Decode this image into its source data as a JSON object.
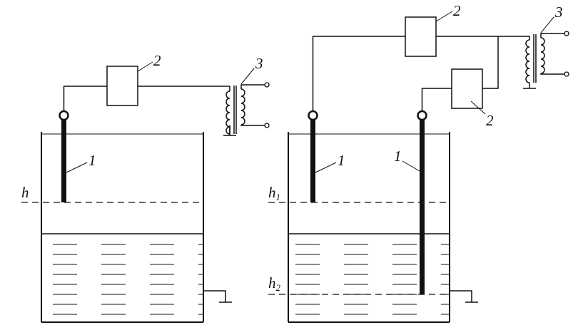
{
  "colors": {
    "ink": "#111111",
    "background": "#ffffff"
  },
  "labels": {
    "left_electrode": "1",
    "left_relay": "2",
    "left_transformer": "3",
    "left_level": "h",
    "right_electrode_1": "1",
    "right_electrode_2": "1",
    "right_relay_top": "2",
    "right_relay_lower": "2",
    "right_transformer": "3",
    "right_level_1_base": "h",
    "right_level_1_sub": "1",
    "right_level_2_base": "h",
    "right_level_2_sub": "2"
  }
}
